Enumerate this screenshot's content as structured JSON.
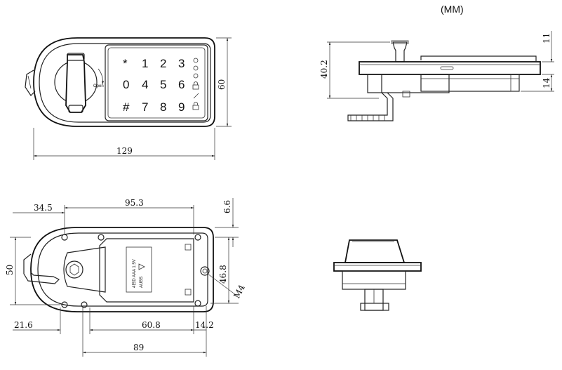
{
  "unit_label": "(MM)",
  "front_view": {
    "keypad_keys": [
      "*",
      "1",
      "2",
      "3",
      "0",
      "4",
      "5",
      "6",
      "#",
      "7",
      "8",
      "9"
    ],
    "knob_label": "Open",
    "dim_width": "129",
    "dim_height": "60"
  },
  "side_view": {
    "dim_height": "40.2",
    "dim_top": "11",
    "dim_bottom": "14"
  },
  "back_view": {
    "dim_left_offset": "34.5",
    "dim_hole_span": "95.3",
    "dim_top_offset": "6.6",
    "dim_height": "50",
    "dim_hole_vertical": "46.8",
    "screw_label": "M4",
    "dim_left_bottom": "21.6",
    "dim_mid_bottom": "60.8",
    "dim_right_bottom": "14.2",
    "dim_overall_bottom": "89",
    "battery_label_1": "4日D AAA 1.5V",
    "battery_label_2": "AUBS"
  }
}
